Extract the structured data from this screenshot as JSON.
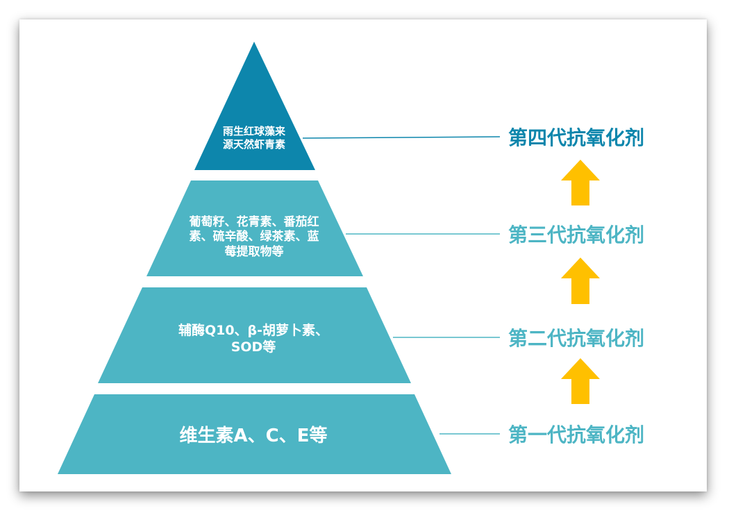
{
  "colors": {
    "top_tier": "#0D86AC",
    "lower_tiers": "#4DB5C4",
    "top_label": "#0D86AC",
    "lower_labels": "#4DB5C4",
    "arrow": "#FFC000",
    "connector": "#0D86AC"
  },
  "tiers": [
    {
      "text": "雨生红球藻来\n源天然虾青素",
      "level_label": "第四代抗氧化剂"
    },
    {
      "text": "葡萄籽、花青素、番茄红\n素、硫辛酸、绿茶素、蓝\n莓提取物等",
      "level_label": "第三代抗氧化剂"
    },
    {
      "text": "辅酶Q10、β-胡萝卜素、\nSOD等",
      "level_label": "第二代抗氧化剂"
    },
    {
      "text": "维生素A、C、E等",
      "level_label": "第一代抗氧化剂"
    }
  ],
  "arrows": [
    {
      "icon": "up-arrow-icon"
    },
    {
      "icon": "up-arrow-icon"
    },
    {
      "icon": "up-arrow-icon"
    }
  ]
}
